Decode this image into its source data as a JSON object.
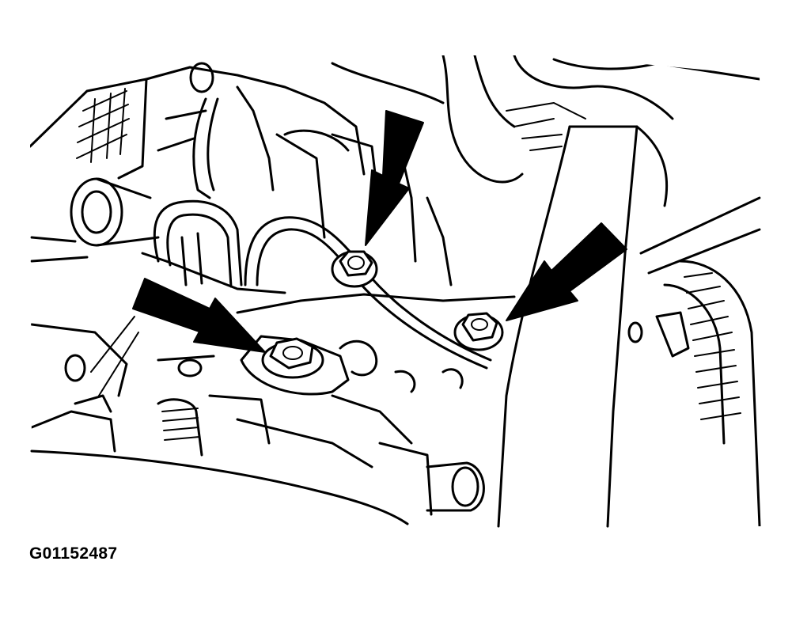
{
  "figure": {
    "id_label": "G01152487"
  },
  "colors": {
    "line": "#000000",
    "background": "#ffffff"
  },
  "callouts": [
    {
      "name": "arrow-top-center",
      "points_to": "bolt-top"
    },
    {
      "name": "arrow-left",
      "points_to": "bolt-left"
    },
    {
      "name": "arrow-right",
      "points_to": "bolt-right"
    }
  ]
}
